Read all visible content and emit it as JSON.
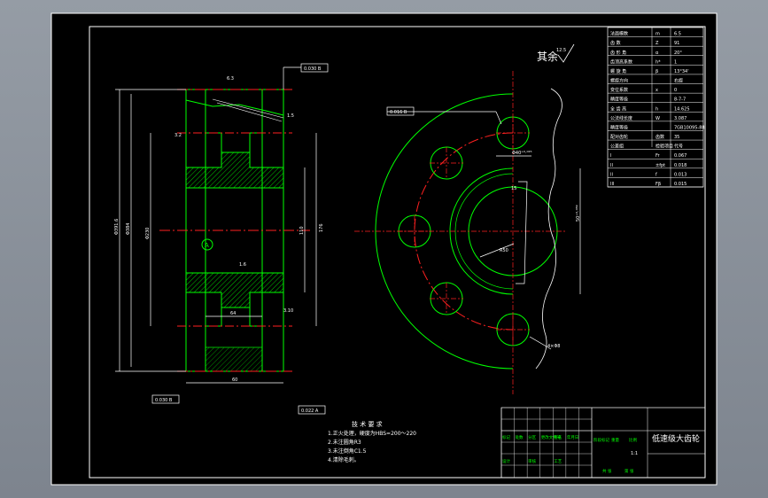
{
  "drawing": {
    "surface_finish_note": "其余",
    "surface_finish_value": "12.5",
    "datum_label": "A",
    "tech_req": {
      "title": "技 术 要 求",
      "items": [
        "1.正火处理，硬度为HBS=200～220",
        "2.未注圆角R3",
        "3.未注倒角C1.5",
        "4.清除毛刺。"
      ]
    },
    "dims_left": {
      "overall_dia": "Φ391.6",
      "root_dia": "Φ384",
      "web_dia": "Φ230",
      "hub_dia": "110",
      "hub_outer": "176",
      "width": "60",
      "hub_len": "64",
      "roughness_top": "6.3",
      "roughness_web": "3.2",
      "roughness_bore": "1.6",
      "tol_top": "0.030 B",
      "tol_bot": "0.030 B",
      "tol_flat": "0.022 A",
      "chamfer": "1.5",
      "fillet": "3.10"
    },
    "dims_right": {
      "hole_dia": "Φ40⁺⁰·⁰²⁵",
      "bore": "50⁺⁰·⁰³⁹",
      "hole_pattern": "4×Φ8",
      "tol_pos": "0.016 B",
      "keyway": "15",
      "radius": "R50"
    },
    "gear_params": [
      [
        "法面模数",
        "m",
        "6.5"
      ],
      [
        "齿    数",
        "Z",
        "91"
      ],
      [
        "齿 形 角",
        "α",
        "20°"
      ],
      [
        "齿顶高系数",
        "h*",
        "1"
      ],
      [
        "螺 旋 角",
        "β",
        "13°34'"
      ],
      [
        "螺旋方向",
        "",
        "右旋"
      ],
      [
        "变位系数",
        "x",
        "0"
      ],
      [
        "精度等级",
        "",
        "8-7-7"
      ],
      [
        "全 齿 高",
        "h",
        "14.625"
      ],
      [
        "公法线长度",
        "W",
        "3.087"
      ],
      [
        "精度等级",
        "",
        "7GB10095-88"
      ]
    ],
    "mesh": [
      [
        "配对齿轮",
        "齿数",
        "35"
      ],
      [
        "公差组",
        "检验项目",
        "代号"
      ]
    ],
    "tolerances": [
      [
        "I",
        "Fr",
        "0.067"
      ],
      [
        "II",
        "±fpt",
        "0.018"
      ],
      [
        "II",
        "f",
        "0.013"
      ],
      [
        "III",
        "Fβ",
        "0.015"
      ]
    ],
    "title_block": {
      "name": "低速级大齿轮",
      "scale": "1:1",
      "cells": [
        "标记",
        "处数",
        "分区",
        "更改文件号",
        "签名",
        "年月日",
        "设计",
        "审核",
        "工艺",
        "阶段标记",
        "重量",
        "比例",
        "共 张",
        "第 张"
      ]
    }
  }
}
